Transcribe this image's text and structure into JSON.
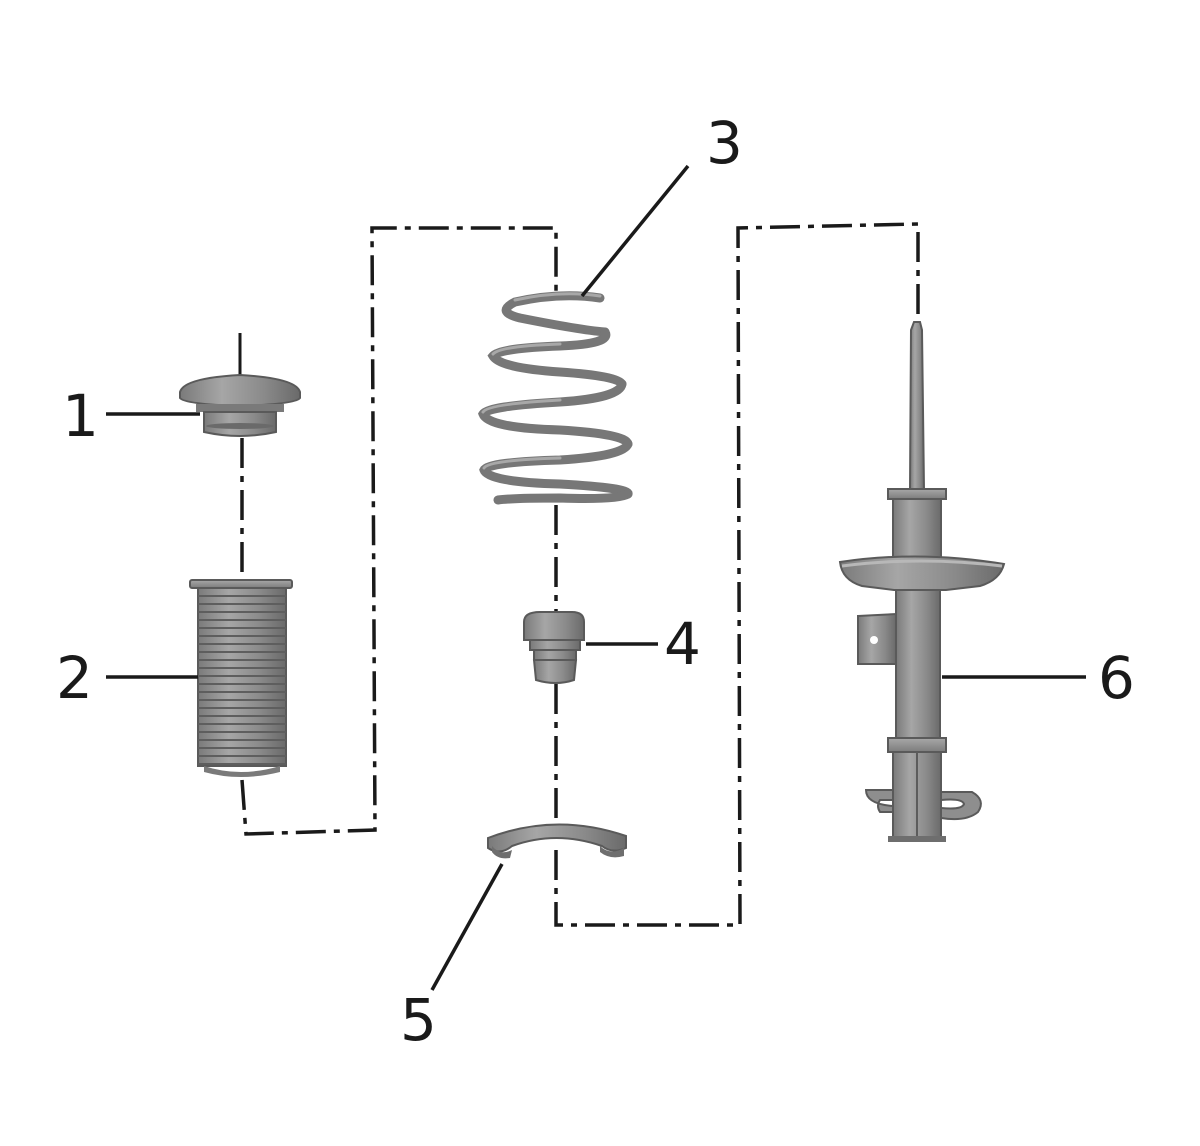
{
  "callouts": [
    {
      "id": "1",
      "label": "1"
    },
    {
      "id": "2",
      "label": "2"
    },
    {
      "id": "3",
      "label": "3"
    },
    {
      "id": "4",
      "label": "4"
    },
    {
      "id": "5",
      "label": "5"
    },
    {
      "id": "6",
      "label": "6"
    }
  ],
  "colors": {
    "line": "#1a1a1a",
    "part_fill": "#8c8c8c",
    "part_dark": "#6e6e6e",
    "part_light": "#b0b0b0"
  }
}
